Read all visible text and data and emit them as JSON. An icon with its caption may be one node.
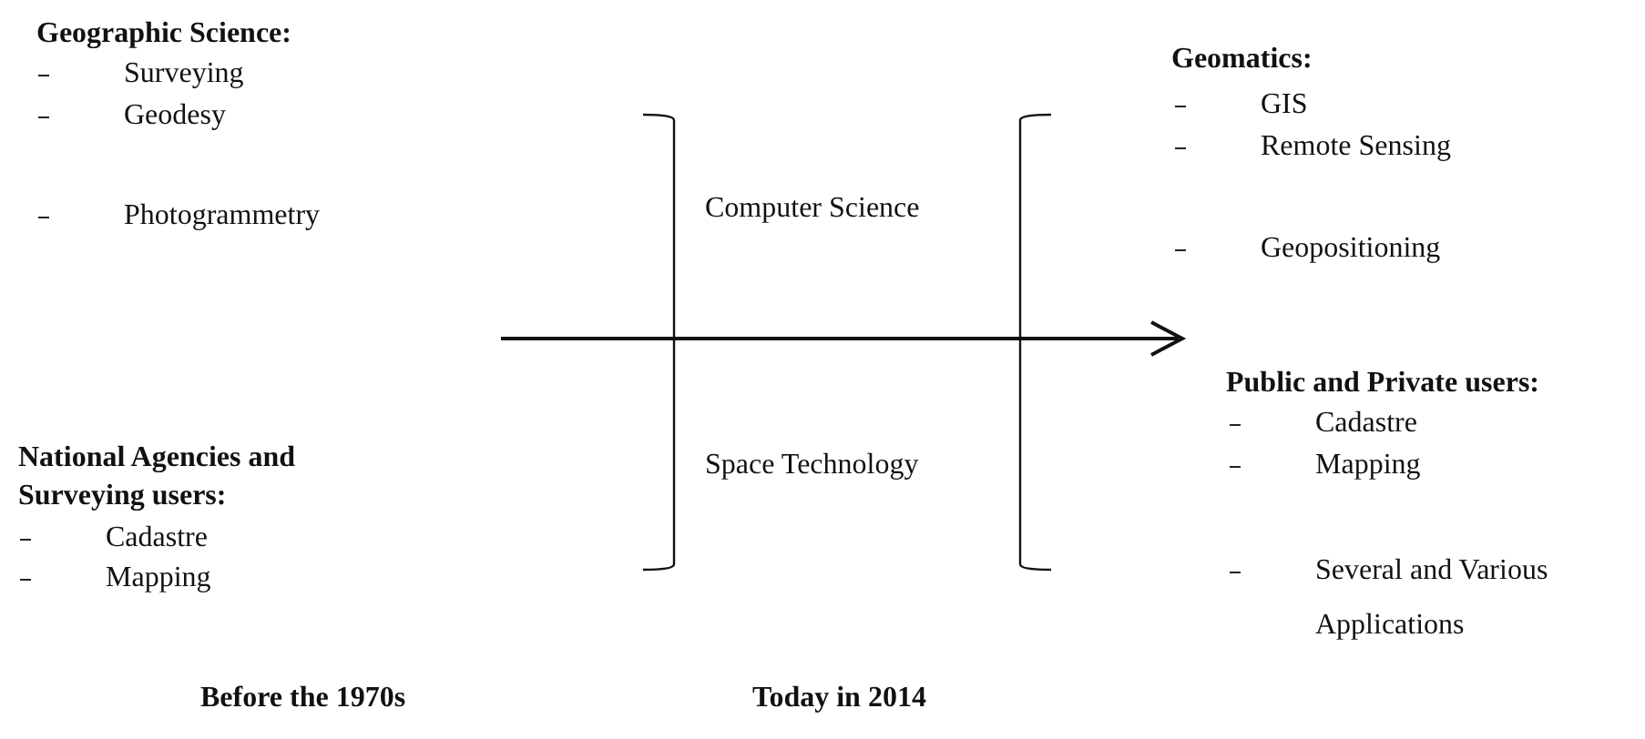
{
  "diagram": {
    "labels": [
      "Geographic Science:",
      "Surveying",
      "Geodesy",
      "Photogrammetry",
      "National Agencies and Surveying users:",
      "Cadastre",
      "Mapping",
      "Computer Science",
      "Space Technology",
      "Geomatics:",
      "GIS",
      "Remote Sensing",
      "Geopositioning",
      "Public and Private users:",
      "Cadastre",
      "Mapping",
      "Several and Various Applications",
      "Before the 1970s",
      "Today in 2014"
    ]
  }
}
